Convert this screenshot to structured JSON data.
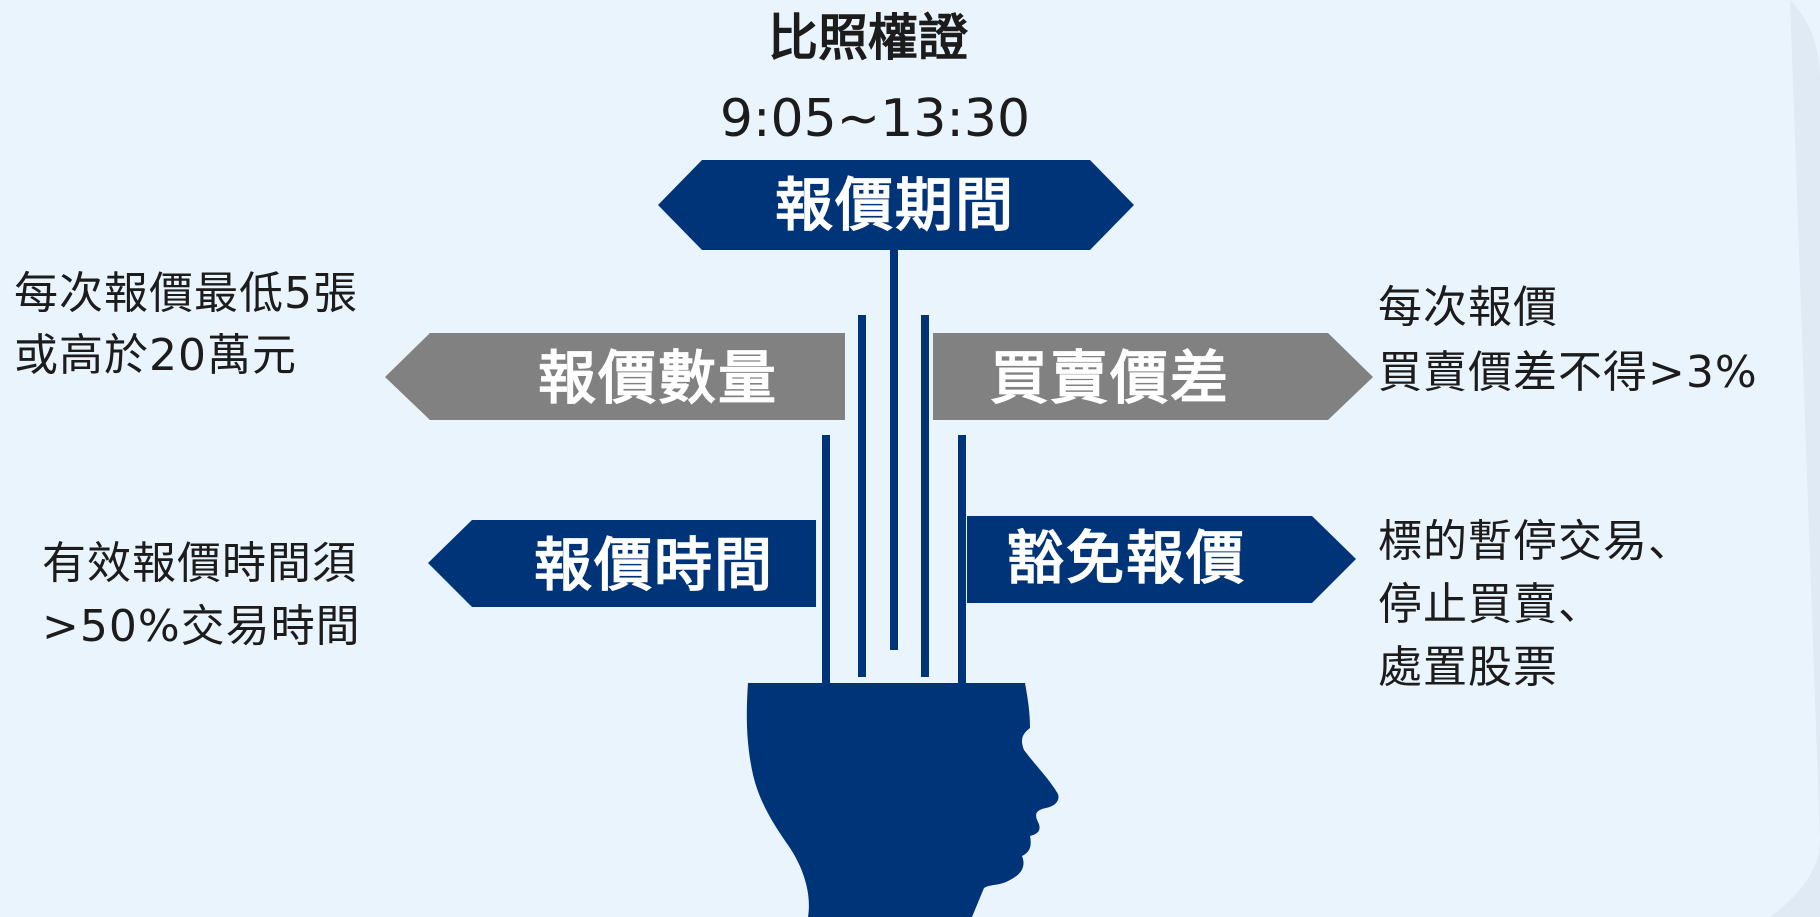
{
  "header": {
    "product": "比照權證",
    "hours": "9:05~13:30"
  },
  "signs": {
    "period": "報價期間",
    "quantity": "報價數量",
    "spread": "買賣價差",
    "duration": "報價時間",
    "exempt": "豁免報價"
  },
  "notes": {
    "quantity": [
      "每次報價最低5張",
      "或高於20萬元"
    ],
    "spread": [
      "每次報價",
      "買賣價差不得>3%"
    ],
    "duration": [
      "有效報價時間須",
      ">50%交易時間"
    ],
    "exempt": [
      "標的暫停交易、",
      "停止買賣、",
      "處置股票"
    ]
  },
  "colors": {
    "navy": "#003478",
    "gray": "#818181",
    "background": "#eaf4fc",
    "text": "#1c1c1c"
  },
  "icons": {
    "head": "human-head-profile-icon"
  }
}
